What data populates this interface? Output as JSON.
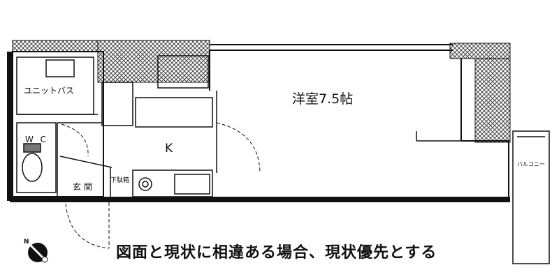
{
  "rooms": {
    "main_room": "洋室7.5帖",
    "kitchen": "K",
    "unit_bath": "ユニットバス",
    "wc": "W C",
    "entrance": "玄関",
    "shoe_box": "下駄箱",
    "balcony": "バルコニー"
  },
  "footer_note": "図面と現状に相違ある場合、現状優先とする",
  "compass": {
    "north_label": "N"
  },
  "colors": {
    "line": "#111111",
    "hatch": "#444444",
    "background": "#ffffff"
  }
}
